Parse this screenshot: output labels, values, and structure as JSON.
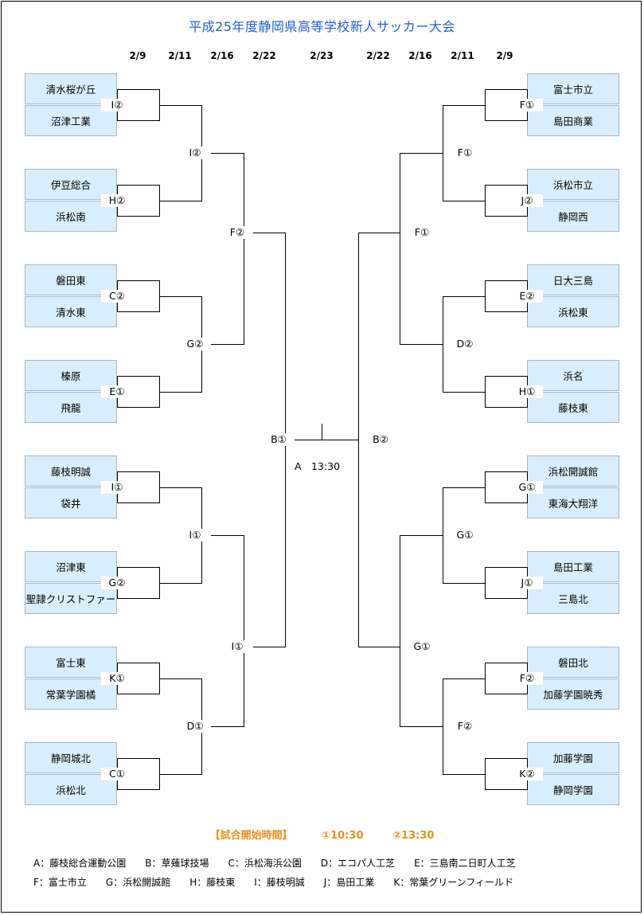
{
  "title": "平成25年度静岡県高等学校新人サッカー大会",
  "dates": {
    "left": [
      "2/9",
      "2/11",
      "2/16",
      "2/22"
    ],
    "final": "2/23",
    "right": [
      "2/22",
      "2/16",
      "2/11",
      "2/9"
    ]
  },
  "left_teams": [
    "清水桜が丘",
    "沼津工業",
    "伊豆総合",
    "浜松南",
    "磐田東",
    "清水東",
    "榛原",
    "飛龍",
    "藤枝明誠",
    "袋井",
    "沼津東",
    "聖隷クリストファー",
    "富士東",
    "常葉学園橘",
    "静岡城北",
    "浜松北"
  ],
  "right_teams": [
    "富士市立",
    "島田商業",
    "浜松市立",
    "静岡西",
    "日大三島",
    "浜松東",
    "浜名",
    "藤枝東",
    "浜松開誠館",
    "東海大翔洋",
    "島田工業",
    "三島北",
    "磐田北",
    "加藤学園暁秀",
    "加藤学園",
    "静岡学園"
  ],
  "left_r1": [
    "I②",
    "H②",
    "C②",
    "E①",
    "I①",
    "G②",
    "K①",
    "C①"
  ],
  "right_r1": [
    "F①",
    "J②",
    "E②",
    "H①",
    "G①",
    "J①",
    "F②",
    "K②"
  ],
  "left_r2": [
    "I②",
    "G②",
    "I①",
    "D①"
  ],
  "right_r2": [
    "F①",
    "D②",
    "G①",
    "F②"
  ],
  "left_r3": [
    "F②",
    "I①"
  ],
  "right_r3": [
    "F①",
    "G①"
  ],
  "semi_left": "B①",
  "semi_right": "B②",
  "final_venue": "A　13:30",
  "time_legend": {
    "heading": "【試合開始時間】",
    "slot1": "①10:30",
    "slot2": "②13:30"
  },
  "venues_row1": [
    "A：藤枝総合運動公園",
    "B：草薙球技場",
    "C：浜松海浜公園",
    "D：エコパ人工芝",
    "E：三島南二日町人工芝"
  ],
  "venues_row2": [
    "F：富士市立",
    "G：浜松開誠館",
    "H：藤枝東",
    "I：藤枝明誠",
    "J：島田工業",
    "K：常葉グリーンフィールド"
  ]
}
